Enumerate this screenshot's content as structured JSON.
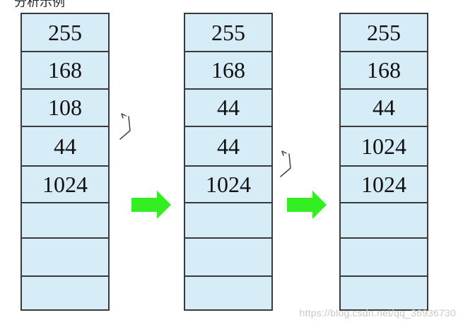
{
  "top_text": "分析示例",
  "arrays": [
    {
      "id": "before",
      "cells": [
        "255",
        "168",
        "108",
        "44",
        "1024",
        "",
        "",
        ""
      ]
    },
    {
      "id": "step",
      "cells": [
        "255",
        "168",
        "44",
        "44",
        "1024",
        "",
        "",
        ""
      ]
    },
    {
      "id": "after",
      "cells": [
        "255",
        "168",
        "44",
        "1024",
        "1024",
        "",
        "",
        ""
      ]
    }
  ],
  "colors": {
    "cell_fill": "#d6ecf7",
    "border": "#3a3a3a",
    "arrow": "#33ee22"
  },
  "watermark": "https://blog.csdn.net/qq_36936730"
}
